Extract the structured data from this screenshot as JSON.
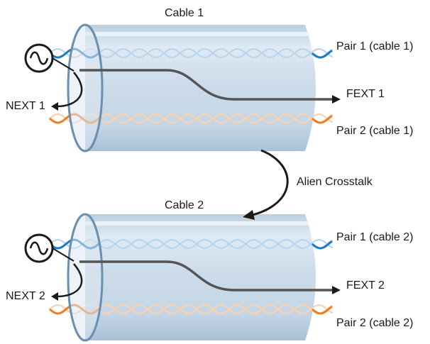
{
  "colors": {
    "cylinder_fill": "#cfdde9",
    "cylinder_light": "#eef4f9",
    "cylinder_edge": "#6a8fb0",
    "pair1": "#1f7bbf",
    "pair1_light": "#b9d6ec",
    "pair2": "#f07d1f",
    "pair2_light": "#f8d2b3",
    "signal_path": "#555555",
    "arrow": "#1a1a1a"
  },
  "cables": [
    {
      "title": "Cable 1",
      "pair1_label": "Pair 1 (cable 1)",
      "pair2_label": "Pair 2 (cable 1)",
      "next_label": "NEXT 1",
      "fext_label": "FEXT 1",
      "source_icon": "sine-source-icon"
    },
    {
      "title": "Cable 2",
      "pair1_label": "Pair 1 (cable 2)",
      "pair2_label": "Pair 2 (cable 2)",
      "next_label": "NEXT 2",
      "fext_label": "FEXT 2",
      "source_icon": "sine-source-icon"
    }
  ],
  "coupling_label": "Alien Crosstalk"
}
